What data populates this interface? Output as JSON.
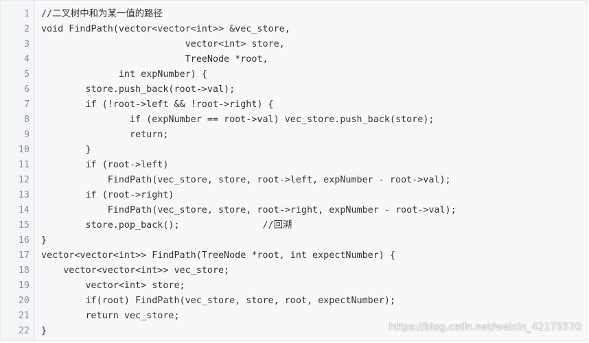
{
  "code": {
    "lines": [
      {
        "num": "1",
        "text": "//二叉树中和为某一值的路径"
      },
      {
        "num": "2",
        "text": "void FindPath(vector<vector<int>> &vec_store,"
      },
      {
        "num": "3",
        "text": "                          vector<int> store,"
      },
      {
        "num": "4",
        "text": "                          TreeNode *root,"
      },
      {
        "num": "5",
        "text": "              int expNumber) {"
      },
      {
        "num": "6",
        "text": "        store.push_back(root->val);"
      },
      {
        "num": "7",
        "text": "        if (!root->left && !root->right) {"
      },
      {
        "num": "8",
        "text": "                if (expNumber == root->val) vec_store.push_back(store);"
      },
      {
        "num": "9",
        "text": "                return;"
      },
      {
        "num": "10",
        "text": "        }"
      },
      {
        "num": "11",
        "text": "        if (root->left)"
      },
      {
        "num": "12",
        "text": "            FindPath(vec_store, store, root->left, expNumber - root->val);"
      },
      {
        "num": "13",
        "text": "        if (root->right)"
      },
      {
        "num": "14",
        "text": "            FindPath(vec_store, store, root->right, expNumber - root->val);"
      },
      {
        "num": "15",
        "text": "        store.pop_back();               //回溯"
      },
      {
        "num": "16",
        "text": "}"
      },
      {
        "num": "17",
        "text": "vector<vector<int>> FindPath(TreeNode *root, int expectNumber) {"
      },
      {
        "num": "18",
        "text": "    vector<vector<int>> vec_store;"
      },
      {
        "num": "19",
        "text": "        vector<int> store;"
      },
      {
        "num": "20",
        "text": "        if(root) FindPath(vec_store, store, root, expectNumber);"
      },
      {
        "num": "21",
        "text": "        return vec_store;"
      },
      {
        "num": "22",
        "text": "}"
      }
    ]
  },
  "watermark": "https://blog.csdn.net/weixin_42175570",
  "colors": {
    "background": "#f6f8fa",
    "gutter": "#f3f5f7",
    "line_number": "#8a8f96",
    "code_text": "#333333"
  }
}
